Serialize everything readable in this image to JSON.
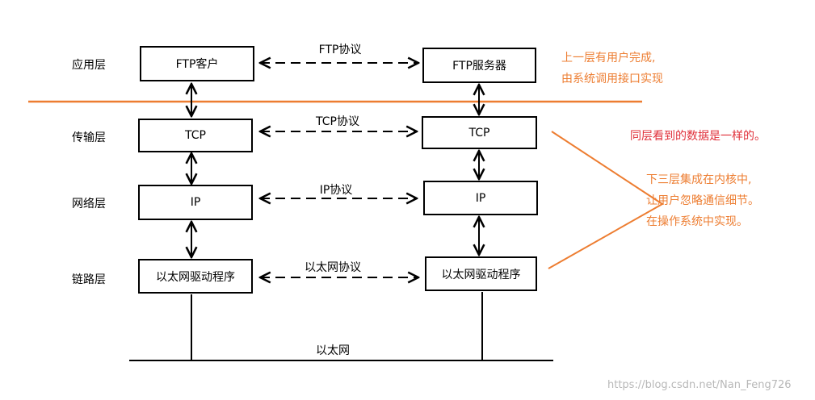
{
  "layers": {
    "app": "应用层",
    "transport": "传输层",
    "network": "网络层",
    "link": "链路层"
  },
  "left_stack": {
    "app": "FTP客户",
    "transport": "TCP",
    "network": "IP",
    "link": "以太网驱动程序"
  },
  "right_stack": {
    "app": "FTP服务器",
    "transport": "TCP",
    "network": "IP",
    "link": "以太网驱动程序"
  },
  "protocols": {
    "app": "FTP协议",
    "transport": "TCP协议",
    "network": "IP协议",
    "link": "以太网协议"
  },
  "bus_label": "以太网",
  "notes": {
    "top_line1": "上一层有用户完成,",
    "top_line2": "由系统调用接口实现",
    "same_layer": "同层看到的数据是一样的。",
    "lower_line1": "下三层集成在内核中,",
    "lower_line2": "让用户忽略通信细节。",
    "lower_line3": "在操作系统中实现。"
  },
  "watermark": "https://blog.csdn.net/Nan_Feng726",
  "colors": {
    "divider": "#ED7D31",
    "note_orange": "#ED7D31",
    "note_red": "#E0303A",
    "stroke": "#000000"
  }
}
